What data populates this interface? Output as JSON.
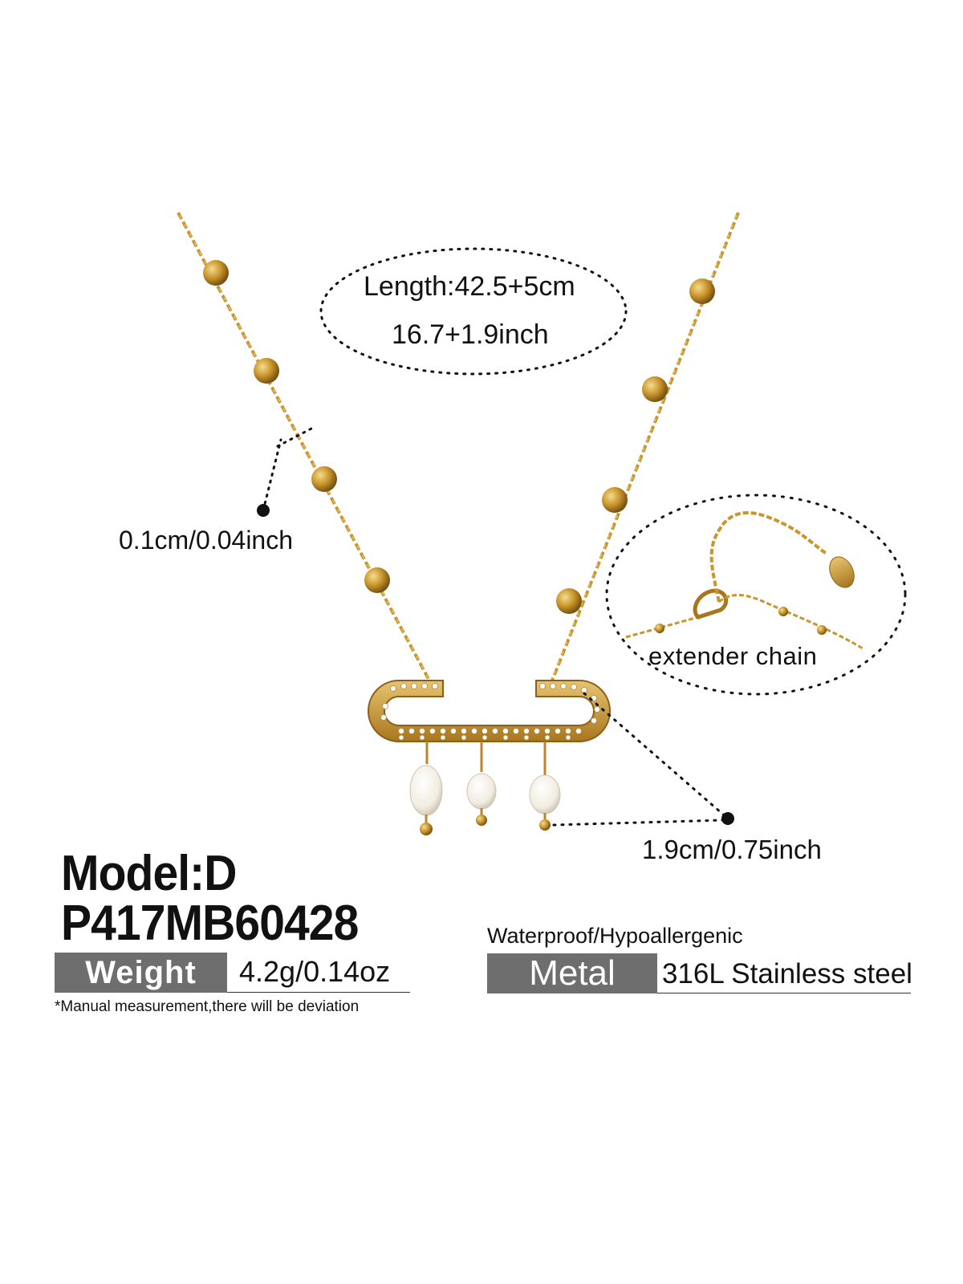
{
  "product": {
    "length_cm": "Length:42.5+5cm",
    "length_inch": "16.7+1.9inch",
    "chain_width": "0.1cm/0.04inch",
    "extender_label": "extender  chain",
    "pendant_width": "1.9cm/0.75inch",
    "model": "Model:D",
    "sku": "P417MB60428",
    "features": "Waterproof/Hypoallergenic",
    "note": "*Manual measurement,there will be deviation"
  },
  "specs": {
    "weight_label": "Weight",
    "weight_value": "4.2g/0.14oz",
    "metal_label": "Metal",
    "metal_value": "316L Stainless steel"
  },
  "colors": {
    "gold": "#c9952c",
    "gold_light": "#e8c470",
    "spec_box": "#6e6e6e",
    "pearl": "#f4f0e8"
  }
}
